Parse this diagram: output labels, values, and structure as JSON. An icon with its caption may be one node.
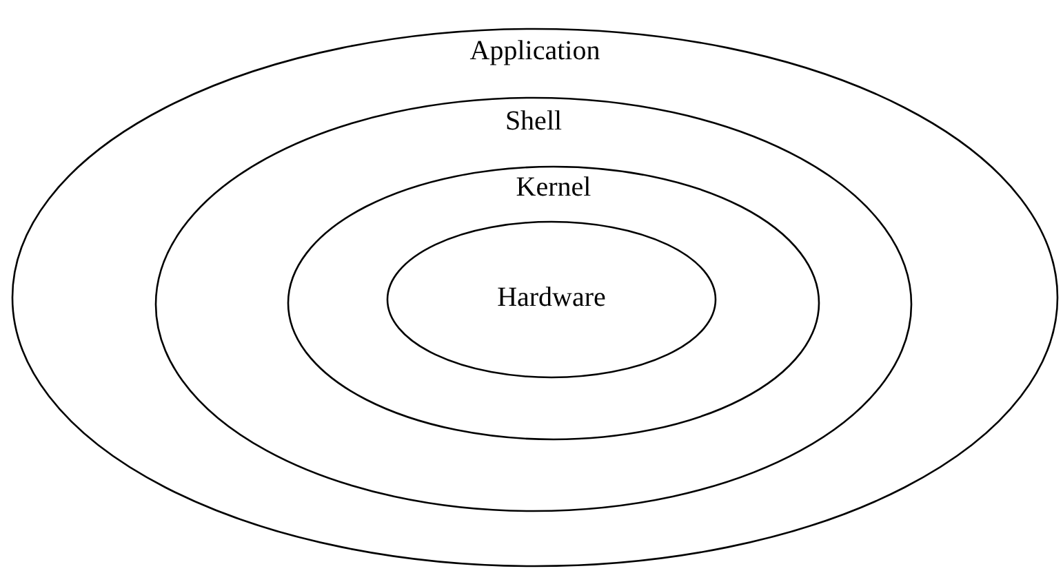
{
  "diagram": {
    "nodes": [
      {
        "text": [
          "Application"
        ]
      },
      {
        "text": [
          "Shell"
        ],
        "in": 0
      },
      {
        "text": [
          "Kernel"
        ],
        "in": 1
      },
      {
        "text": [
          "Hardware"
        ],
        "in": 2
      }
    ]
  }
}
